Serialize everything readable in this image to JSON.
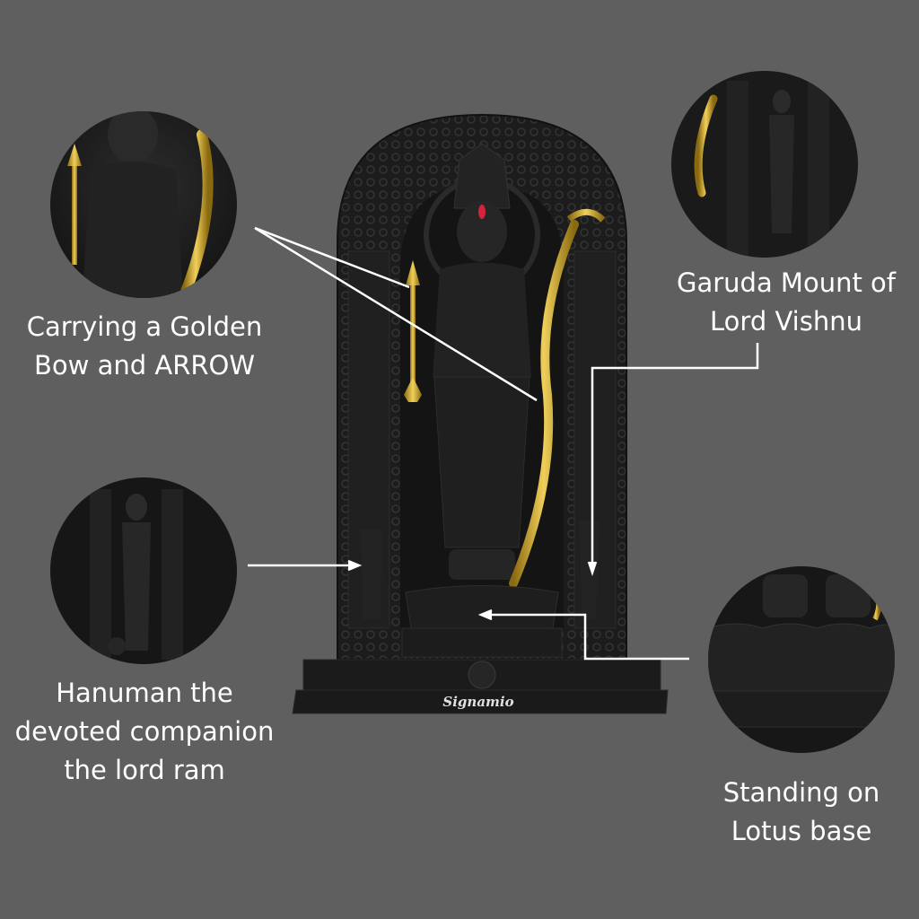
{
  "captions": {
    "bow": [
      "Carrying a Golden",
      "Bow and ARROW"
    ],
    "garuda": [
      "Garuda Mount of",
      "Lord Vishnu"
    ],
    "hanuman": [
      "Hanuman the",
      "devoted companion",
      "the lord ram"
    ],
    "lotus": [
      "Standing on",
      "Lotus base"
    ]
  },
  "brand": "Signamio",
  "colors": {
    "background": "#5f5f5f",
    "statue": "#1d1d1d",
    "gold": "#c9a227",
    "text": "#ffffff",
    "tilak": "#d8213a"
  }
}
